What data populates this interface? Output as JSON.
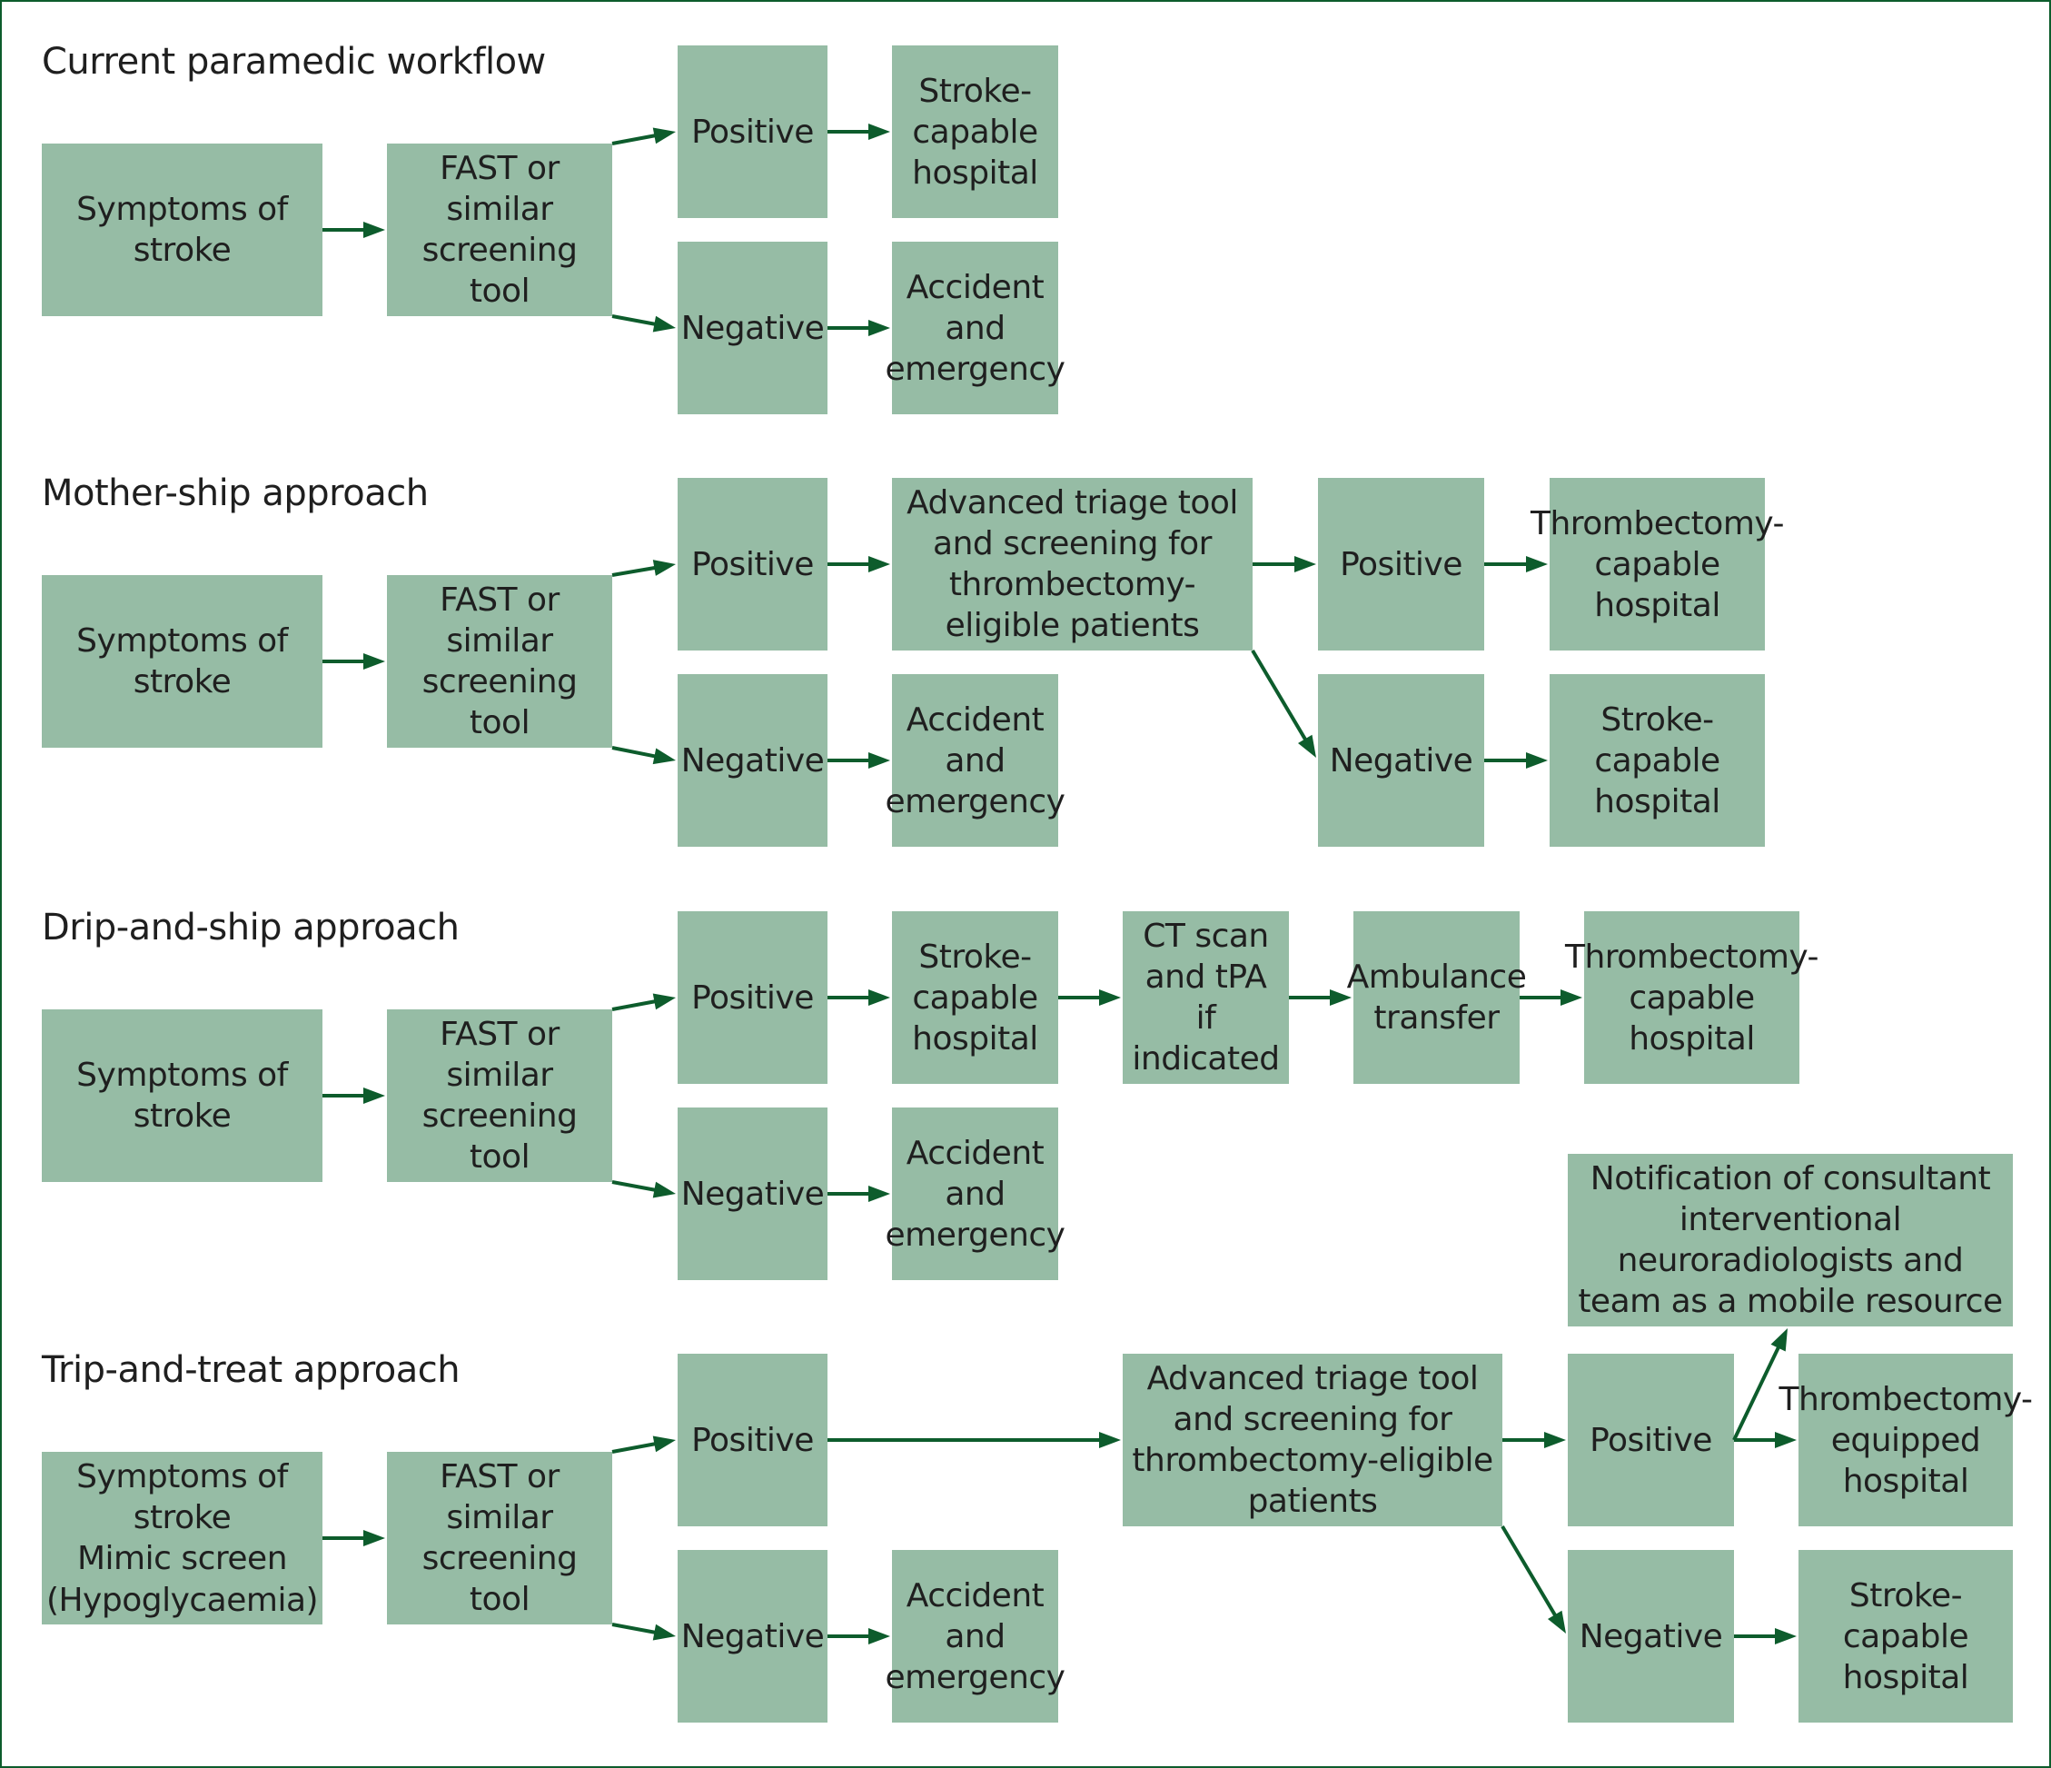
{
  "colors": {
    "box": "#96bca5",
    "arrow": "#0d5c2c",
    "border": "#0d5c2c"
  },
  "sections": {
    "current": {
      "title": "Current paramedic workflow",
      "symptoms": "Symptoms of stroke",
      "screening": "FAST or similar screening tool",
      "positive": "Positive",
      "negative": "Negative",
      "stroke_hospital": "Stroke-capable hospital",
      "ae": "Accident and emergency"
    },
    "mothership": {
      "title": "Mother-ship approach",
      "symptoms": "Symptoms of stroke",
      "screening": "FAST or similar screening tool",
      "positive": "Positive",
      "negative": "Negative",
      "triage": "Advanced triage tool and screening for thrombectomy-eligible patients",
      "ae": "Accident and emergency",
      "positive2": "Positive",
      "negative2": "Negative",
      "thrombectomy_hospital": "Thrombectomy-capable hospital",
      "stroke_hospital": "Stroke-capable hospital"
    },
    "dripship": {
      "title": "Drip-and-ship approach",
      "symptoms": "Symptoms of stroke",
      "screening": "FAST or similar screening tool",
      "positive": "Positive",
      "negative": "Negative",
      "stroke_hospital": "Stroke-capable hospital",
      "ct": "CT scan and tPA if indicated",
      "ambulance": "Ambulance transfer",
      "thrombectomy_hospital": "Thrombectomy-capable hospital",
      "ae": "Accident and emergency"
    },
    "triptreat": {
      "title": "Trip-and-treat approach",
      "symptoms": [
        "Symptoms of stroke",
        "Mimic screen",
        "(Hypoglycaemia)"
      ],
      "screening": "FAST or similar screening tool",
      "positive": "Positive",
      "negative": "Negative",
      "ae": "Accident and emergency",
      "triage": "Advanced triage tool and screening for thrombectomy-eligible patients",
      "positive2": "Positive",
      "negative2": "Negative",
      "notification": "Notification of consultant interventional neuroradiologists and team as a mobile resource",
      "thrombectomy_hospital": "Thrombectomy-equipped hospital",
      "stroke_hospital": "Stroke-capable hospital"
    }
  }
}
